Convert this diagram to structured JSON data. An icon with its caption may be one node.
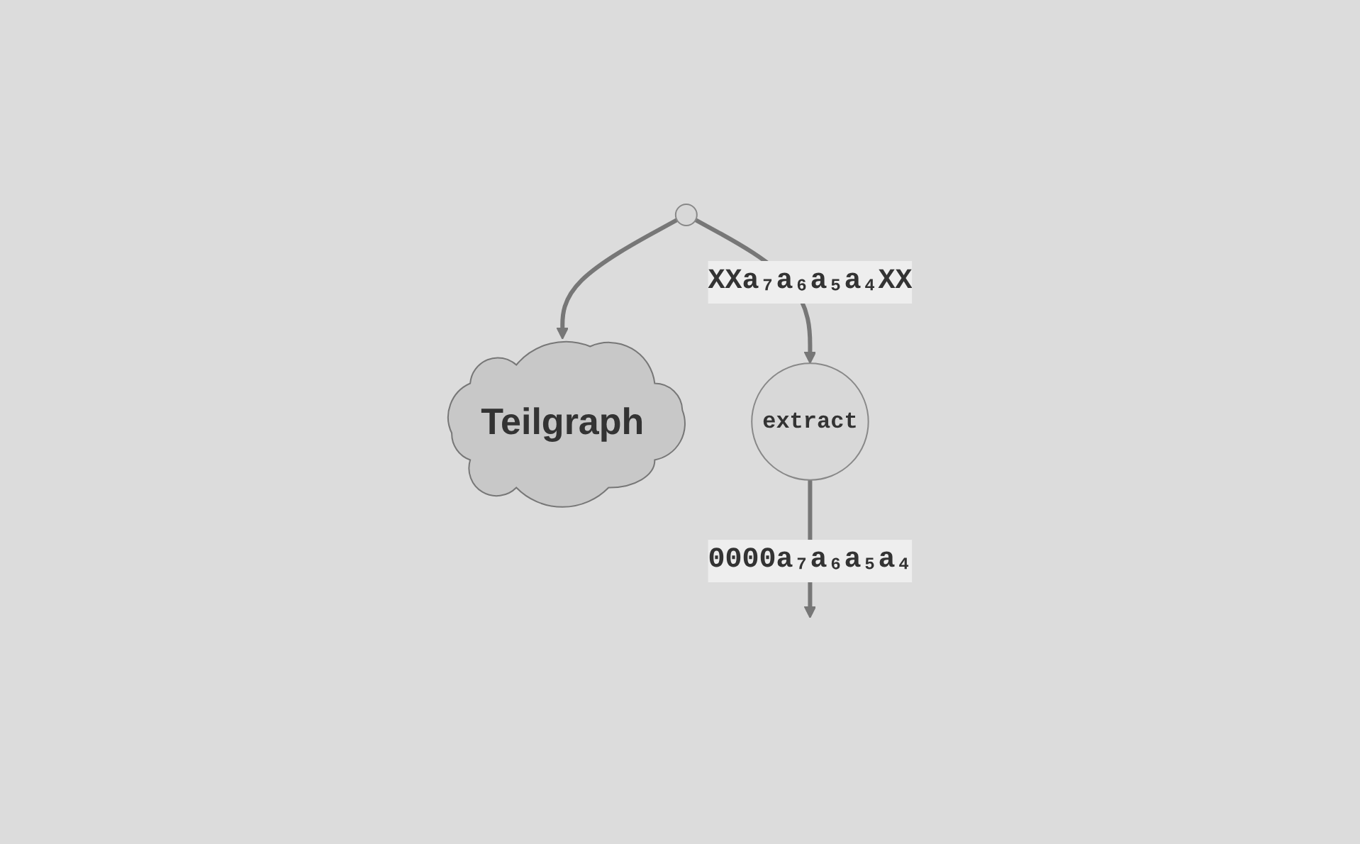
{
  "diagram": {
    "nodes": [
      {
        "text": [],
        "shape": "circle"
      },
      {
        "text": [
          "Teilgraph"
        ]
      },
      {
        "text": [
          "extract"
        ]
      }
    ],
    "edges": [
      {
        "from": 0,
        "to": 1,
        "arrow": "to"
      },
      {
        "from": 0,
        "to": 2,
        "arrow": "to",
        "label": "XXa₇a₆a₅a₄XX"
      },
      {
        "from": 2,
        "to": null,
        "arrow": "to",
        "label": "0000a₇a₆a₅a₄"
      }
    ]
  }
}
